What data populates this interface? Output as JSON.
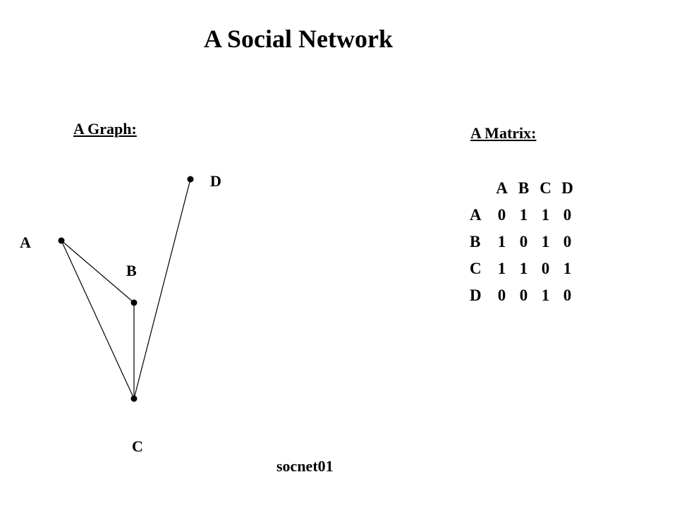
{
  "title": "A Social Network",
  "graph": {
    "heading": "A Graph:",
    "nodes": [
      {
        "id": "A",
        "label": "A"
      },
      {
        "id": "B",
        "label": "B"
      },
      {
        "id": "C",
        "label": "C"
      },
      {
        "id": "D",
        "label": "D"
      }
    ],
    "edges": [
      [
        "A",
        "B"
      ],
      [
        "A",
        "C"
      ],
      [
        "B",
        "C"
      ],
      [
        "C",
        "D"
      ]
    ]
  },
  "matrix": {
    "heading": "A Matrix:",
    "columns": [
      "A",
      "B",
      "C",
      "D"
    ],
    "rows": [
      {
        "label": "A",
        "values": [
          "0",
          "1",
          "1",
          "0"
        ]
      },
      {
        "label": "B",
        "values": [
          "1",
          "0",
          "1",
          "0"
        ]
      },
      {
        "label": "C",
        "values": [
          "1",
          "1",
          "0",
          "1"
        ]
      },
      {
        "label": "D",
        "values": [
          "0",
          "0",
          "1",
          "0"
        ]
      }
    ]
  },
  "footer": "socnet01"
}
